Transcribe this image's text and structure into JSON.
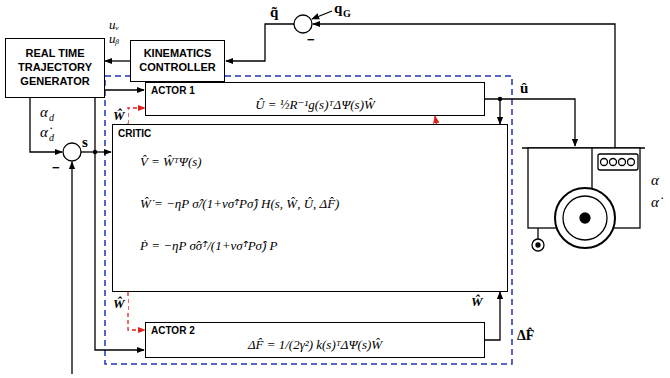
{
  "diagram": {
    "nodes": [
      {
        "text": [
          "REAL TIME TRAJECTORY GENERATOR"
        ]
      },
      {
        "text": [
          "KINEMATICS CONTROLLER"
        ]
      },
      {
        "text": [
          "ACTOR 1",
          "Û = ½R⁻¹g(s)ᵀΔΨ(s)Ŵ"
        ]
      },
      {
        "text": [
          "CRITIC",
          "V̂ = ŴᵀΨ(s)",
          "Ŵ̇ = −ηP σ̂/(1+νσ̂ᵀPσ̂) H(s, Ŵ, Û, ΔF̂)",
          "Ṗ = −ηP σ̂σ̂ᵀ/(1+νσ̂ᵀPσ̂) P"
        ]
      },
      {
        "text": [
          "ACTOR 2",
          "ΔF̂ = 1/(2γ²) k(s)ᵀΔΨ(s)Ŵ"
        ]
      }
    ],
    "edges": [
      {
        "from": 1,
        "to": 0,
        "label": "uᵥ uᵦ",
        "arrow": "to"
      },
      {
        "from": 3,
        "to": 2,
        "label": "Ŵ",
        "arrow": "to"
      },
      {
        "from": 3,
        "to": 4,
        "label": "Ŵ",
        "arrow": "to"
      },
      {
        "from": 3,
        "to": 2,
        "label": "Ŵ",
        "arrow": "to"
      },
      {
        "from": 2,
        "to": 3,
        "arrow": "to"
      },
      {
        "from": 4,
        "to": 3,
        "arrow": "to"
      }
    ],
    "labels": [
      "q",
      "G",
      "−",
      "q̃",
      "α",
      "d",
      "α̇",
      "d",
      "s",
      "−",
      "û",
      "ΔF̂",
      "α",
      "α̇"
    ]
  }
}
